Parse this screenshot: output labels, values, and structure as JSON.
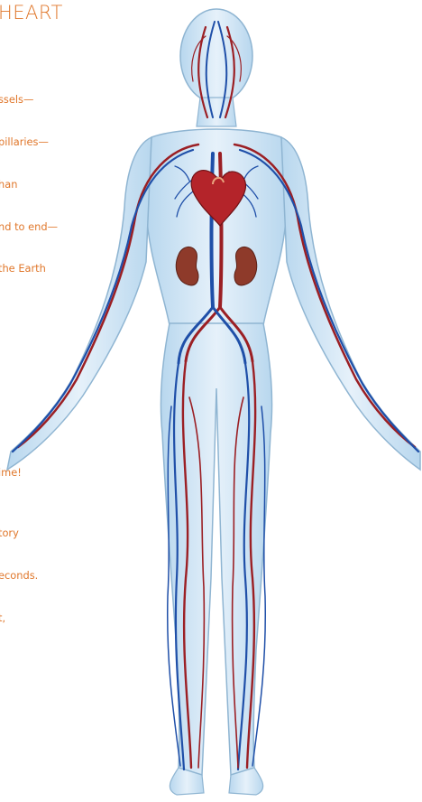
{
  "title": "HEART",
  "intro_lines": [
    "ssels—",
    "pillaries—",
    "han",
    "nd to end—",
    "the Earth"
  ],
  "fact_line": "ime!",
  "oxygen_lines": [
    "tory",
    "econds.",
    "t,"
  ],
  "colors": {
    "accent": "#e0772b",
    "artery": "#9b1f24",
    "vein": "#1f4fa8",
    "body": "#cfe3f1",
    "outline": "#8fb5d2",
    "organ": "#8e3a2a"
  },
  "icons": {
    "figure": "human-circulatory-figure-icon",
    "heart": "heart-icon",
    "kidneys": "kidney-icon"
  }
}
